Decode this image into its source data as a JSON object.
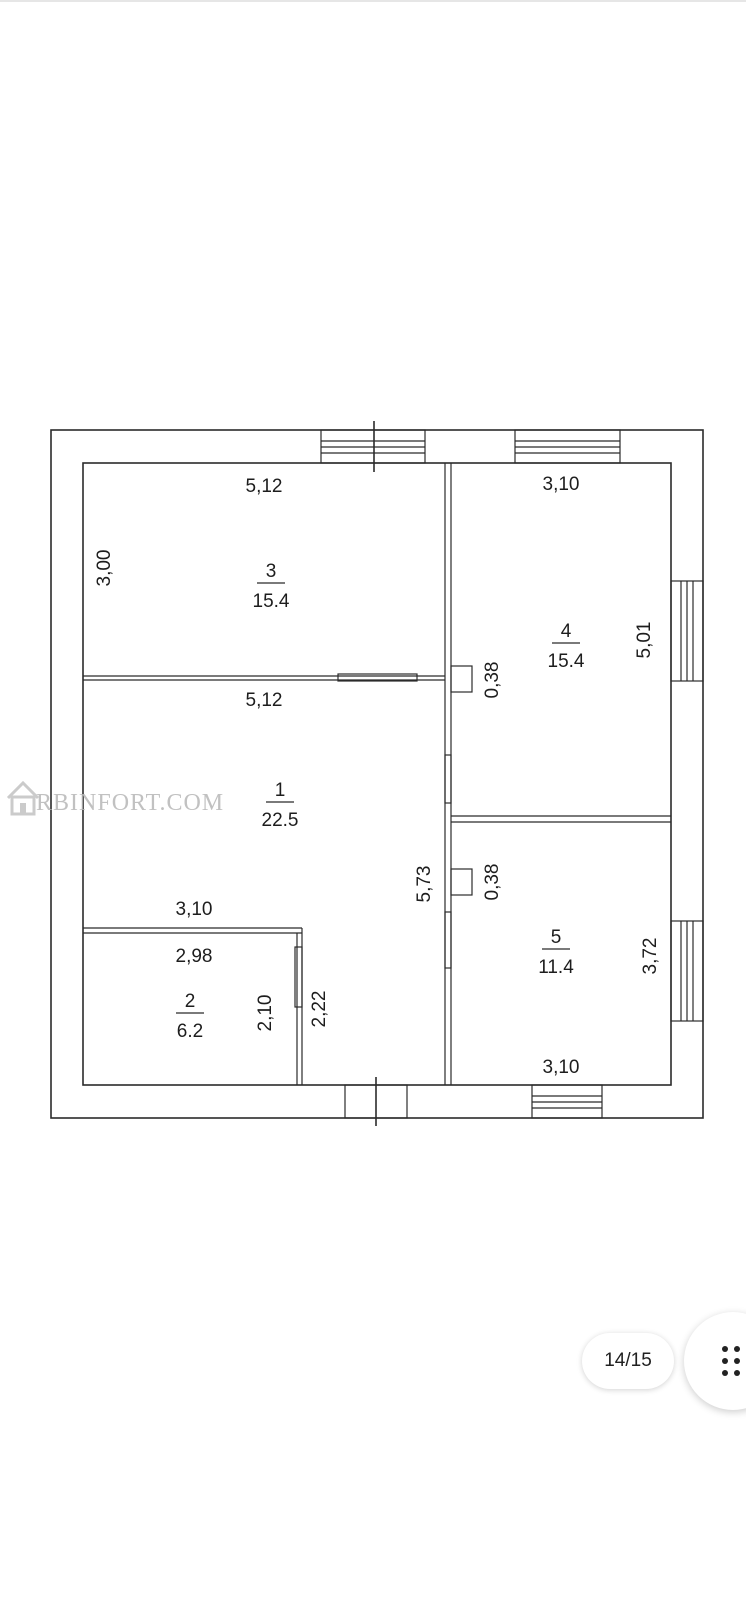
{
  "floor_plan": {
    "rooms": [
      {
        "number": "3",
        "area": "15.4"
      },
      {
        "number": "4",
        "area": "15.4"
      },
      {
        "number": "1",
        "area": "22.5"
      },
      {
        "number": "2",
        "area": "6.2"
      },
      {
        "number": "5",
        "area": "11.4"
      }
    ],
    "dimensions": {
      "room3_top": "5,12",
      "room3_left": "3,00",
      "room1_top": "5,12",
      "room4_top": "3,10",
      "room4_right": "5,01",
      "niche_upper": "0,38",
      "niche_lower": "0,38",
      "room1_right": "5,73",
      "room2_outer_top": "3,10",
      "room2_inner_top": "2,98",
      "room2_inner_right": "2,10",
      "room2_outer_right": "2,22",
      "room5_right": "3,72",
      "room5_bottom": "3,10"
    }
  },
  "watermark": {
    "text": "RBINFORT.COM",
    "icon": "house-icon"
  },
  "pager": {
    "label": "14/15"
  },
  "menu": {
    "icon": "grid-dots-icon"
  }
}
